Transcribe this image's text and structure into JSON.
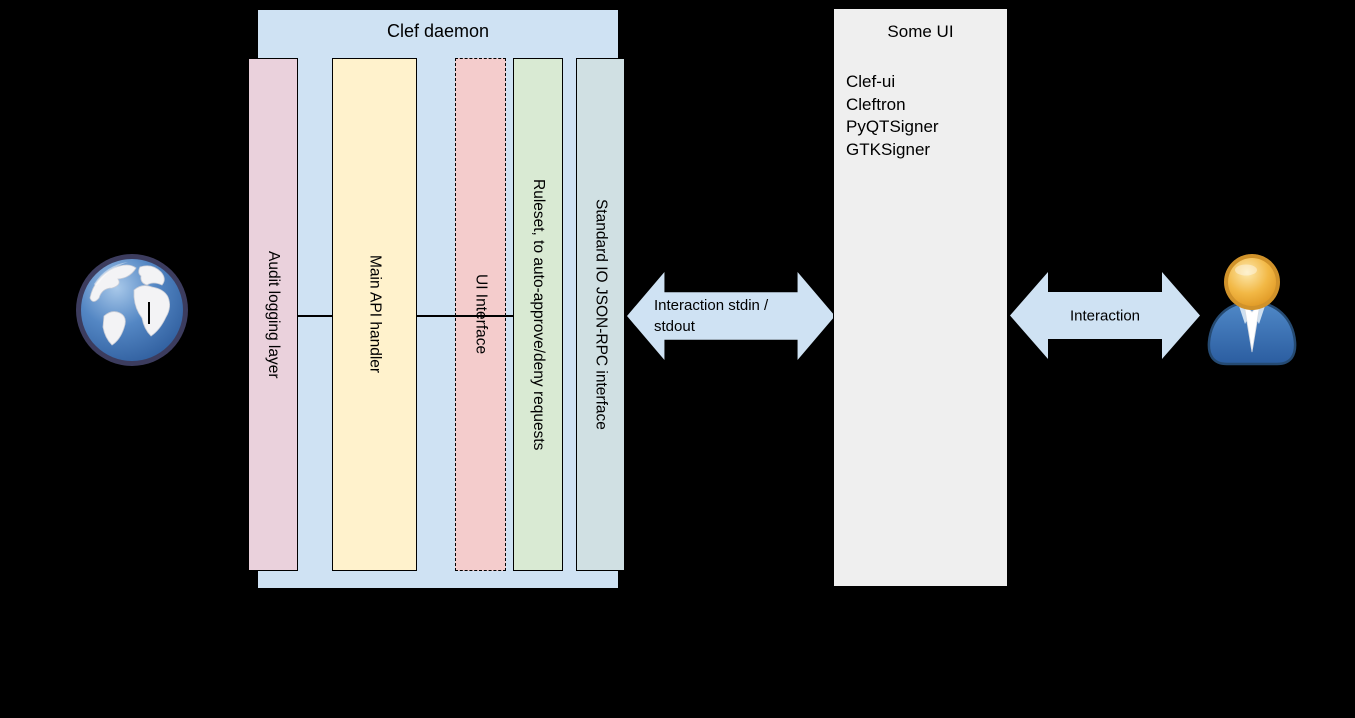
{
  "colors": {
    "background": "#000000",
    "daemon_box": "#cfe2f3",
    "audit_bar": "#ead1dc",
    "api_bar": "#fff2cc",
    "ui_bar": "#f4cccc",
    "ruleset_bar": "#d9ead3",
    "stdio_bar": "#d0e0e3",
    "arrow": "#cfe2f3",
    "someui_box": "#efefef",
    "stroke": "#000000"
  },
  "daemon": {
    "title": "Clef daemon",
    "bars": [
      {
        "label": "Audit logging layer"
      },
      {
        "label": "Main API handler"
      },
      {
        "label": "UI Interface"
      },
      {
        "label": "Ruleset, to auto-approve/deny requests"
      },
      {
        "label": "Standard IO JSON-RPC interface"
      }
    ]
  },
  "some_ui": {
    "title": "Some UI",
    "items": [
      "Clef-ui",
      "Cleftron",
      "PyQTSigner",
      "GTKSigner"
    ]
  },
  "arrows": {
    "left": {
      "label": "Interaction stdin / stdout"
    },
    "right": {
      "label": "Interaction"
    }
  },
  "icons": {
    "globe": "globe-icon",
    "user": "user-icon"
  }
}
